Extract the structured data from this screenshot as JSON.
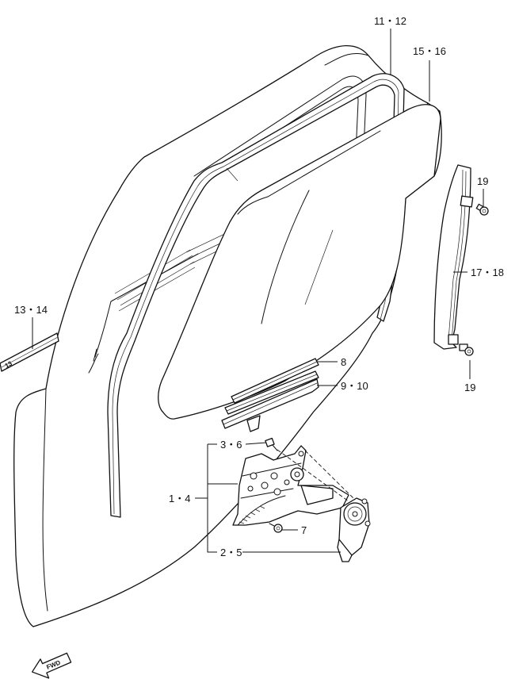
{
  "labels": {
    "part_11_12": "11・12",
    "part_15_16": "15・16",
    "part_19_top": "19",
    "part_17_18": "17・18",
    "part_19_bottom": "19",
    "part_13_14": "13・14",
    "part_8": "8",
    "part_9_10": "9・10",
    "part_3_6": "3・6",
    "part_1_4": "1・4",
    "part_7": "7",
    "part_2_5": "2・5",
    "trim_text": "13",
    "fwd_arrow": "FWD"
  },
  "colors": {
    "line": "#111111",
    "background": "#ffffff"
  }
}
